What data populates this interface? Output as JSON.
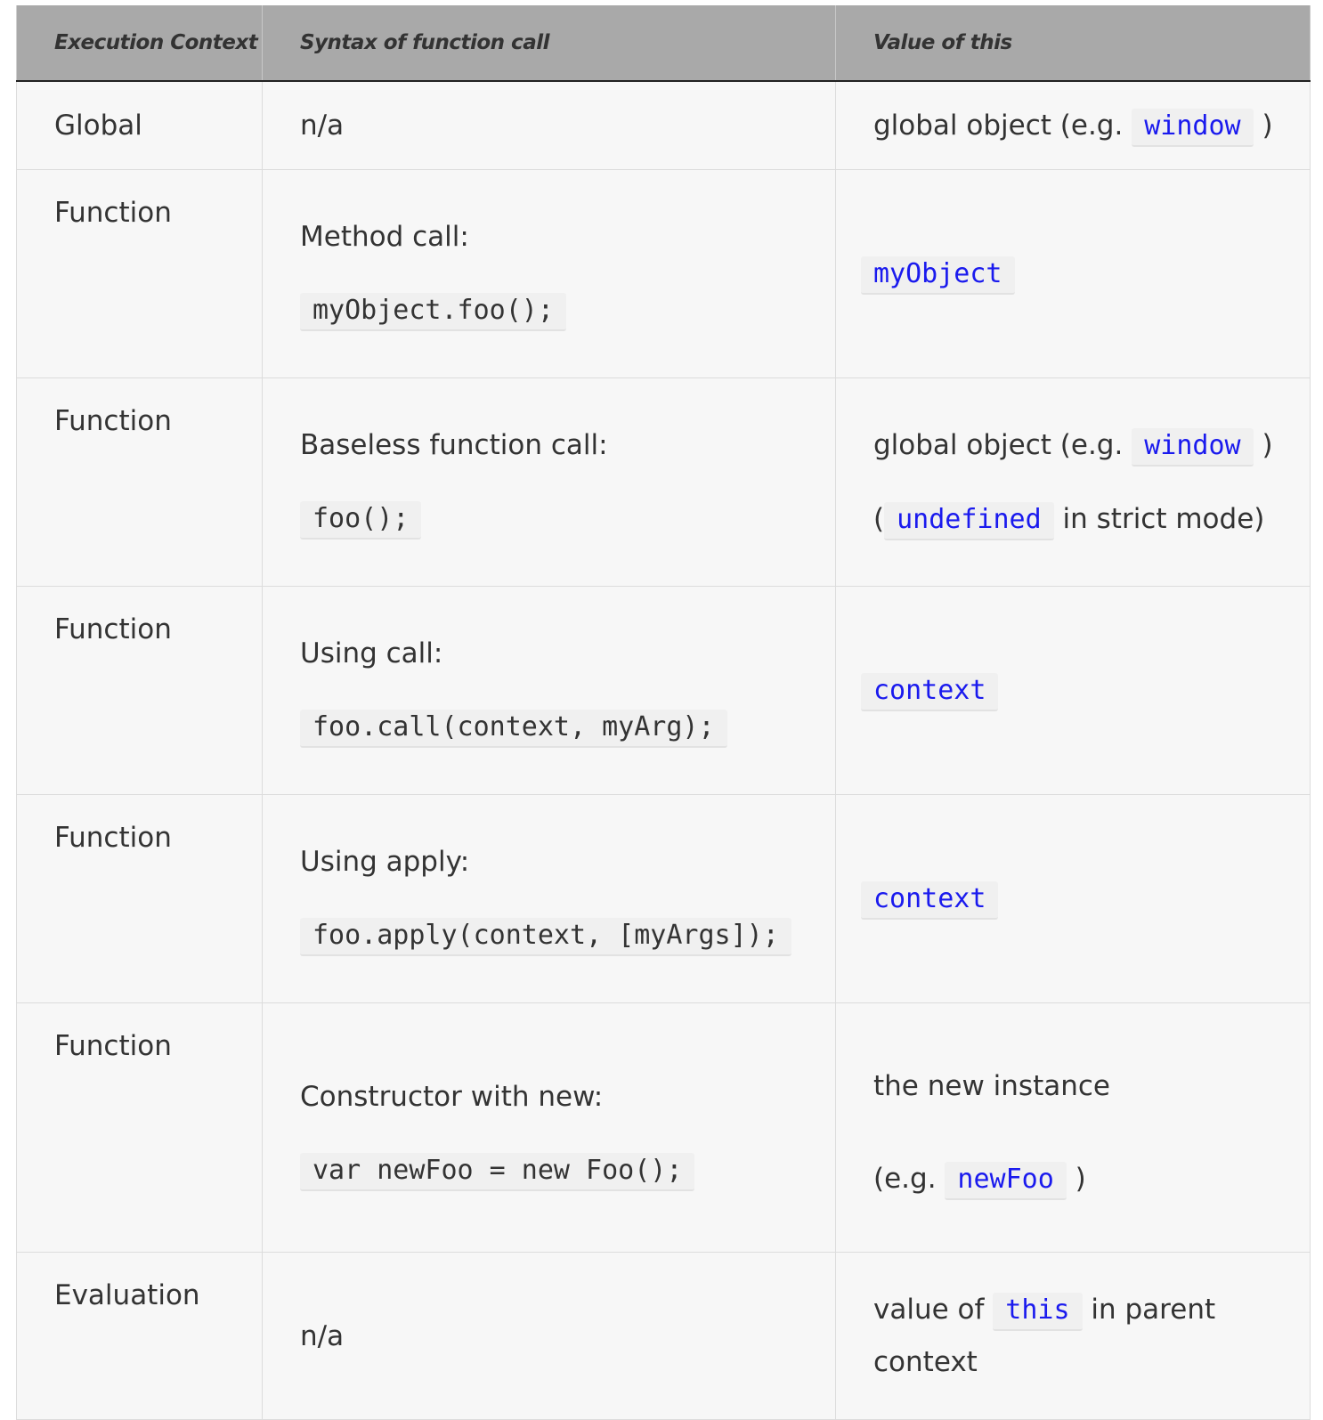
{
  "headers": {
    "execution_context": "Execution Context",
    "syntax": "Syntax of function call",
    "value_of_this": "Value of this"
  },
  "rows": [
    {
      "context": "Global",
      "syntax_label": "n/a",
      "value_pre": "global object (e.g.",
      "value_code": "window",
      "value_post": ")"
    },
    {
      "context": "Function",
      "syntax_label": "Method call:",
      "syntax_code": "myObject.foo();",
      "value_code": "myObject"
    },
    {
      "context": "Function",
      "syntax_label": "Baseless function call:",
      "syntax_code": "foo();",
      "value_pre": "global object (e.g.",
      "value_code": "window",
      "value_post": ")",
      "value2_pre": "(",
      "value2_code": "undefined",
      "value2_post": "in strict mode)"
    },
    {
      "context": "Function",
      "syntax_label": "Using call:",
      "syntax_code": "foo.call(context, myArg);",
      "value_code": "context"
    },
    {
      "context": "Function",
      "syntax_label": "Using apply:",
      "syntax_code": "foo.apply(context, [myArgs]);",
      "value_code": "context"
    },
    {
      "context": "Function",
      "syntax_label": "Constructor with new:",
      "syntax_code": "var newFoo = new Foo();",
      "value_pre": "the new instance",
      "value2_pre": "(e.g.",
      "value2_code": "newFoo",
      "value2_post": ")"
    },
    {
      "context": "Evaluation",
      "syntax_label": "n/a",
      "value_pre": "value of",
      "value_code": "this",
      "value_post": "in parent",
      "value2_pre": "context"
    }
  ]
}
